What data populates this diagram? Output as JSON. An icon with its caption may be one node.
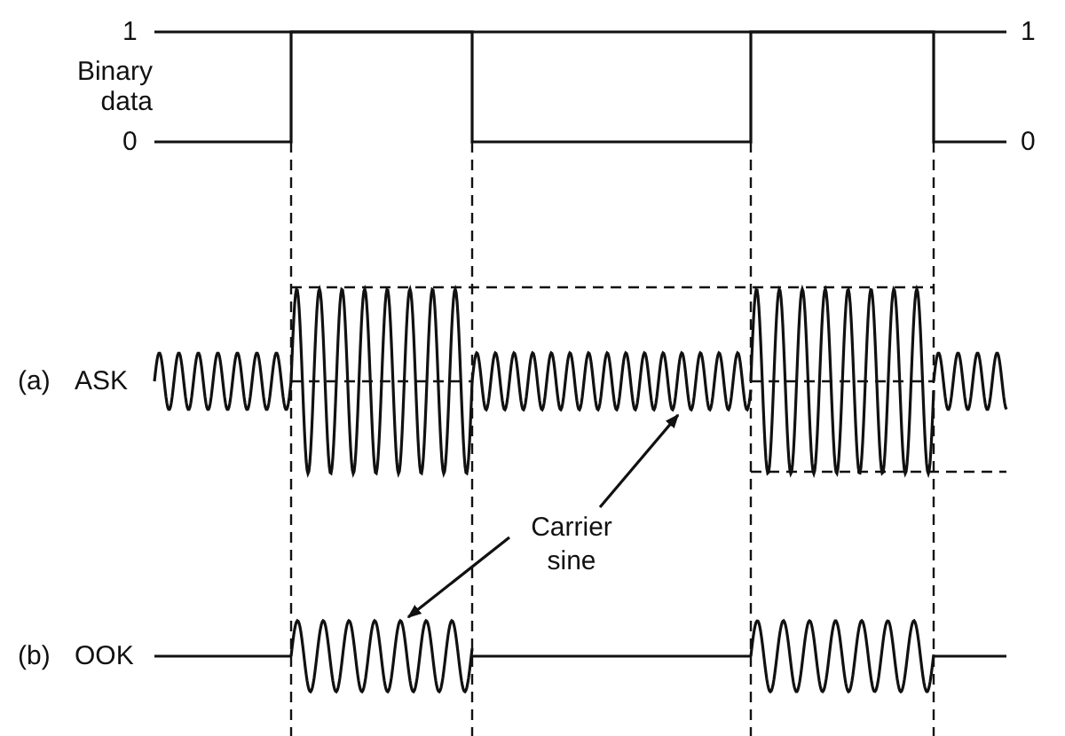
{
  "diagram": {
    "nodes": [
      {
        "text": [
          "Carrier sine"
        ]
      },
      {
        "text": [],
        "shape": "picture"
      },
      {
        "text": [],
        "shape": "picture"
      }
    ],
    "edges": [
      {
        "from": 0,
        "to": 1,
        "arrow": "to"
      },
      {
        "from": 0,
        "to": 2,
        "arrow": "to"
      }
    ],
    "labels": [
      "1",
      "1",
      "Binary data",
      "0",
      "0",
      "(a)",
      "ASK",
      "(b)",
      "OOK"
    ]
  }
}
